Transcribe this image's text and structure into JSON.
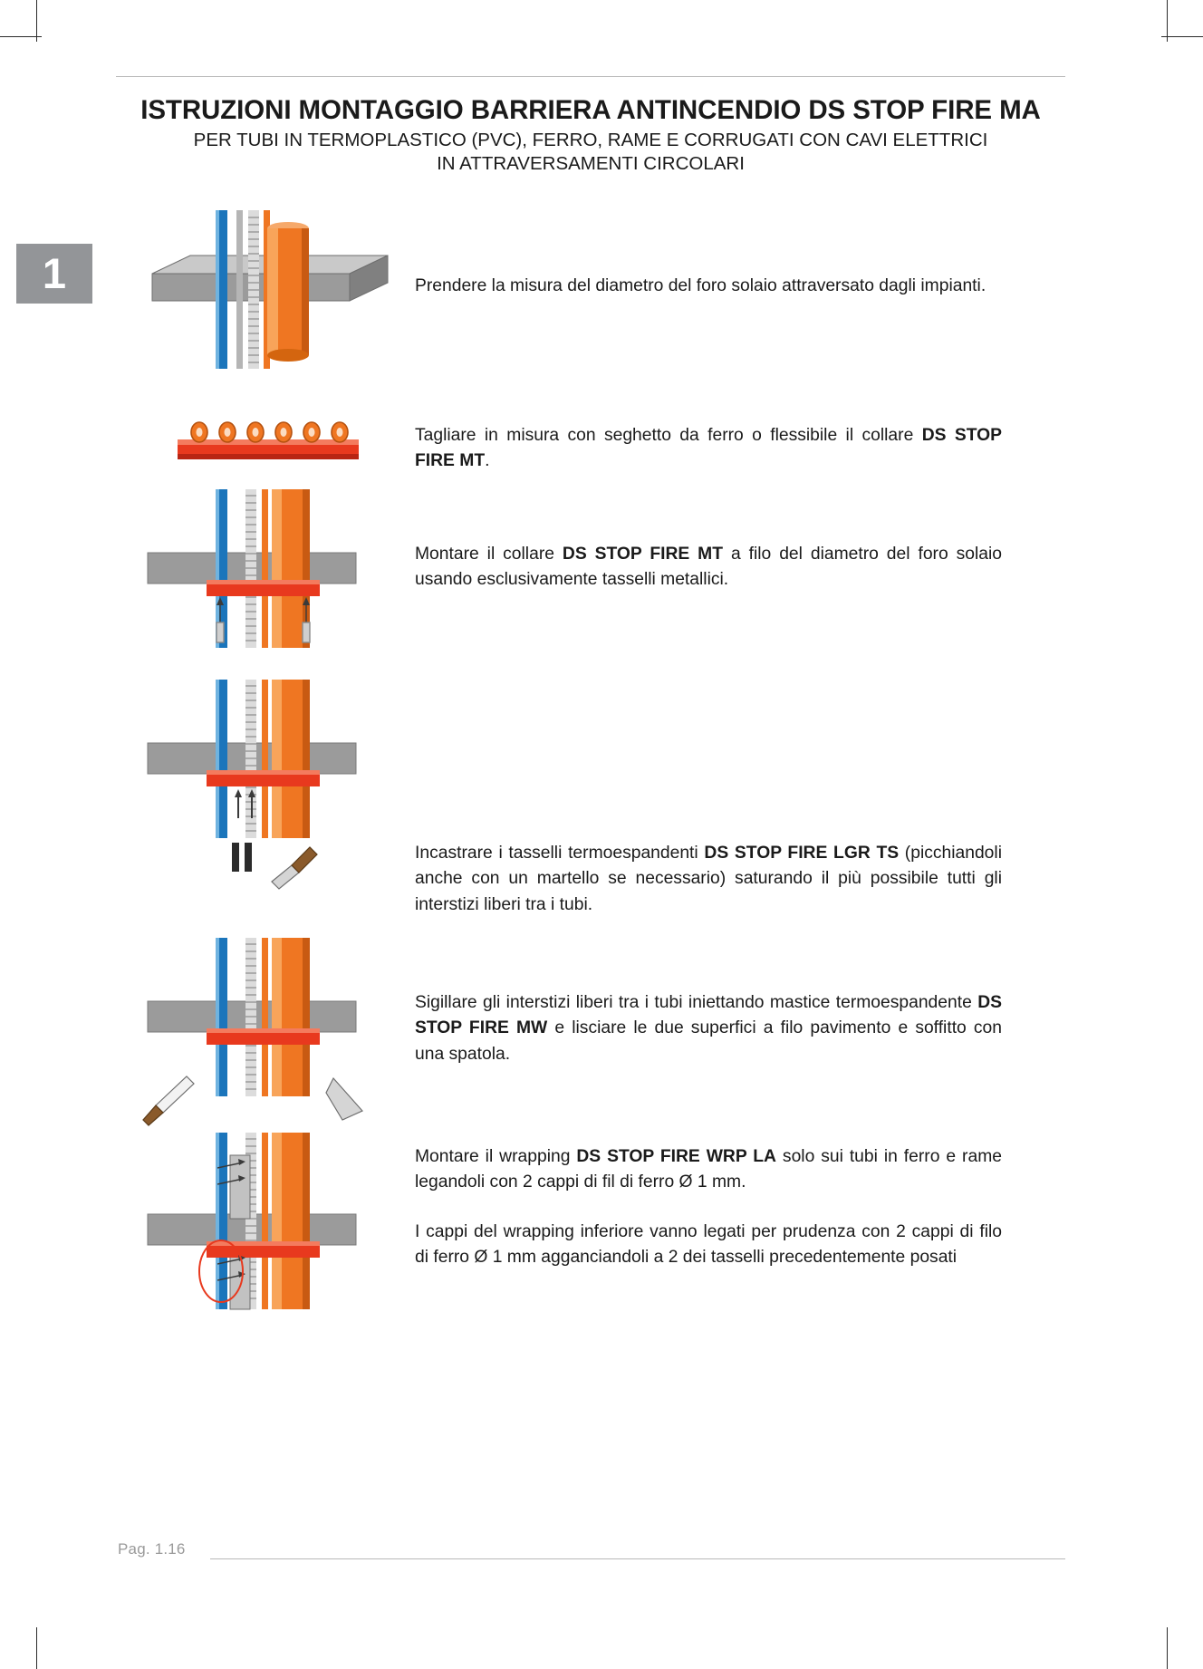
{
  "document": {
    "title_main": "ISTRUZIONI MONTAGGIO BARRIERA ANTINCENDIO DS STOP FIRE MA",
    "title_sub_line1": "PER TUBI IN TERMOPLASTICO (PVC), FERRO, RAME E CORRUGATI CON CAVI ELETTRICI",
    "title_sub_line2": "IN ATTRAVERSAMENTI CIRCOLARI",
    "chapter_badge": "1",
    "page_label": "Pag. 1.16"
  },
  "steps": [
    {
      "id": "step-1",
      "figure": "slab-with-pipes-perspective",
      "text_plain": "Prendere la misura del diametro del foro solaio attraversato dagli impianti.",
      "segments": [
        {
          "t": "Prendere la misura del diametro del foro solaio attraversato dagli impianti.",
          "b": false
        }
      ]
    },
    {
      "id": "step-2",
      "figure": "collar-strip-flat",
      "text_plain": "Tagliare in misura con seghetto da ferro o flessibile il collare DS STOP FIRE MT.",
      "segments": [
        {
          "t": "Tagliare in misura con seghetto da ferro o flessibile il collare ",
          "b": false
        },
        {
          "t": "DS STOP FIRE MT",
          "b": true
        },
        {
          "t": ".",
          "b": false
        }
      ]
    },
    {
      "id": "step-3",
      "figure": "slab-collar-mounted",
      "text_plain": "Montare il collare DS STOP FIRE MT a filo del diametro del foro solaio usando esclusivamente tasselli metallici.",
      "segments": [
        {
          "t": "Montare il collare ",
          "b": false
        },
        {
          "t": "DS STOP FIRE MT",
          "b": true
        },
        {
          "t": " a filo del diametro del foro solaio usando esclusivamente tasselli metallici.",
          "b": false
        }
      ]
    },
    {
      "id": "step-4",
      "figure": "slab-plugs-hammer",
      "text_plain": "Incastrare i tasselli termoespandenti DS STOP FIRE LGR TS (picchiandoli anche con un martello se necessario) saturando il più possibile tutti gli interstizi liberi tra i tubi.",
      "segments": [
        {
          "t": "Incastrare i tasselli termoespandenti ",
          "b": false
        },
        {
          "t": "DS STOP FIRE LGR TS",
          "b": true
        },
        {
          "t": " (picchiandoli anche con un martello se necessario) saturando il più possibile tutti gli interstizi liberi tra i tubi.",
          "b": false
        }
      ]
    },
    {
      "id": "step-5",
      "figure": "slab-sealant-spatula",
      "text_plain": "Sigillare gli interstizi liberi tra i tubi iniettando mastice termoespandente DS STOP FIRE MW e lisciare le due superfici a filo pavimento e soffitto con una spatola.",
      "segments": [
        {
          "t": "Sigillare gli interstizi liberi tra i tubi iniettando mastice termoespandente ",
          "b": false
        },
        {
          "t": "DS STOP FIRE MW",
          "b": true
        },
        {
          "t": " e lisciare le due superfici a filo pavimento e soffitto con una spatola.",
          "b": false
        }
      ]
    },
    {
      "id": "step-6",
      "figure": "slab-wrapping-wire",
      "text_plain": "Montare il wrapping DS STOP FIRE WRP LA solo sui tubi in ferro e rame legandoli con 2 cappi di fil di ferro Ø 1 mm.",
      "segments": [
        {
          "t": "Montare il wrapping ",
          "b": false
        },
        {
          "t": "DS STOP FIRE WRP LA",
          "b": true
        },
        {
          "t": " solo sui tubi in ferro e rame legandoli con 2 cappi di fil di ferro Ø 1 mm.",
          "b": false
        }
      ],
      "text2_plain": "I cappi del wrapping inferiore vanno legati per prudenza con 2 cappi di filo di ferro Ø 1 mm agganciandoli a 2 dei tasselli precedentemente posati",
      "segments2": [
        {
          "t": "I cappi del wrapping inferiore vanno legati per prudenza con 2 cappi di filo di ferro Ø 1 mm agganciandoli a 2 dei tasselli precedentemente posati",
          "b": false
        }
      ]
    }
  ],
  "colors": {
    "badge_gray": "#939598",
    "slab_gray": "#9b9b9b",
    "slab_light": "#c9c9c9",
    "pipe_orange": "#ef7622",
    "pipe_blue": "#1b75bb",
    "collar_red": "#e8391e",
    "rule_gray": "#b9b9b9",
    "footer_gray": "#9a9a9a",
    "text_black": "#1a1a1a"
  }
}
